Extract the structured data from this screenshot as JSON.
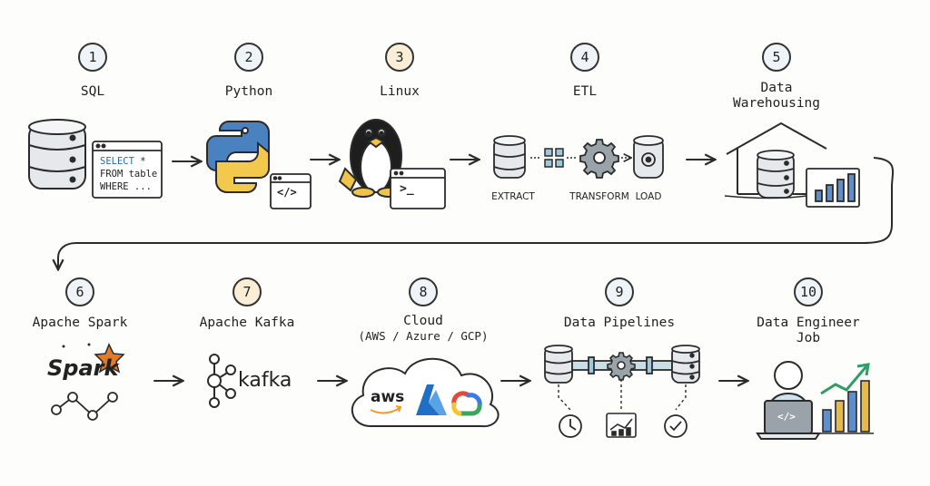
{
  "steps": [
    {
      "num": "1",
      "label": "SQL"
    },
    {
      "num": "2",
      "label": "Python"
    },
    {
      "num": "3",
      "label": "Linux"
    },
    {
      "num": "4",
      "label": "ETL"
    },
    {
      "num": "5",
      "label": "Data Warehousing"
    },
    {
      "num": "6",
      "label": "Apache Spark"
    },
    {
      "num": "7",
      "label": "Apache Kafka"
    },
    {
      "num": "8",
      "label": "Cloud",
      "sublabel": "(AWS / Azure / GCP)"
    },
    {
      "num": "9",
      "label": "Data Pipelines"
    },
    {
      "num": "10",
      "label": "Data Engineer Job"
    }
  ],
  "sql_snippet": {
    "line1_keyword": "SELECT",
    "line1_rest": " *",
    "line2": "FROM table",
    "line3": "WHERE ..."
  },
  "python_code_icon": "</>",
  "terminal_prompt": ">_",
  "etl_captions": {
    "extract": "EXTRACT",
    "transform": "TRANSFORM",
    "load": "LOAD"
  },
  "logos": {
    "spark": "Spark",
    "kafka": "kafka",
    "aws": "aws"
  },
  "job_code_icon": "</>",
  "colors": {
    "ink": "#2b2b2b",
    "sql_blue": "#2a69b0",
    "python_blue": "#4a82c0",
    "python_yellow": "#f2c94c",
    "penguin_yellow": "#f0c34a",
    "spark_orange": "#e07b2a",
    "aws_orange": "#f29b2e",
    "azure_blue": "#1f6fc6",
    "gcp_red": "#e04a3a",
    "gcp_green": "#3aa65a",
    "gcp_yellow": "#f5c431",
    "chart_blue": "#5b8fd0",
    "chart_gold": "#e7b84a",
    "chart_green": "#2e9d66"
  },
  "icons": [
    "database-icon",
    "code-window-icon",
    "python-logo-icon",
    "penguin-icon",
    "terminal-icon",
    "gear-icon",
    "warehouse-icon",
    "bar-chart-icon",
    "spark-logo-icon",
    "kafka-logo-icon",
    "cloud-icon",
    "aws-logo-icon",
    "azure-logo-icon",
    "gcp-logo-icon",
    "pipeline-icon",
    "clock-icon",
    "check-icon",
    "engineer-icon",
    "laptop-icon",
    "growth-chart-icon",
    "arrow-icon"
  ]
}
